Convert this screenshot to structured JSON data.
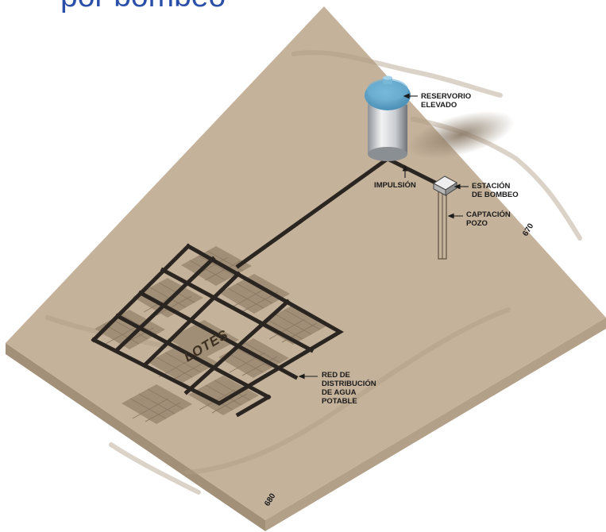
{
  "title": "por bombeo",
  "labels": {
    "reservorio": [
      "RESERVORIO",
      "ELEVADO"
    ],
    "impulsion": "IMPULSIÓN",
    "estacion": [
      "ESTACIÓN",
      "DE BOMBEO"
    ],
    "captacion": [
      "CAPTACIÓN",
      "POZO"
    ],
    "red": [
      "RED DE",
      "DISTRIBUCIÓN",
      "DE AGUA",
      "POTABLE"
    ],
    "lotes": "LOTES"
  },
  "contours": {
    "upper": "670",
    "lower": "680"
  },
  "colors": {
    "title": "#2a4fa8",
    "ground": "#c5b29b",
    "ground_edge_left": "#a39079",
    "ground_edge_right": "#b3a089",
    "pipes": "#2a2520",
    "lots": "#a18e77",
    "reservoir_top": "#5a9fc4",
    "reservoir_body": "#d5d8db"
  }
}
